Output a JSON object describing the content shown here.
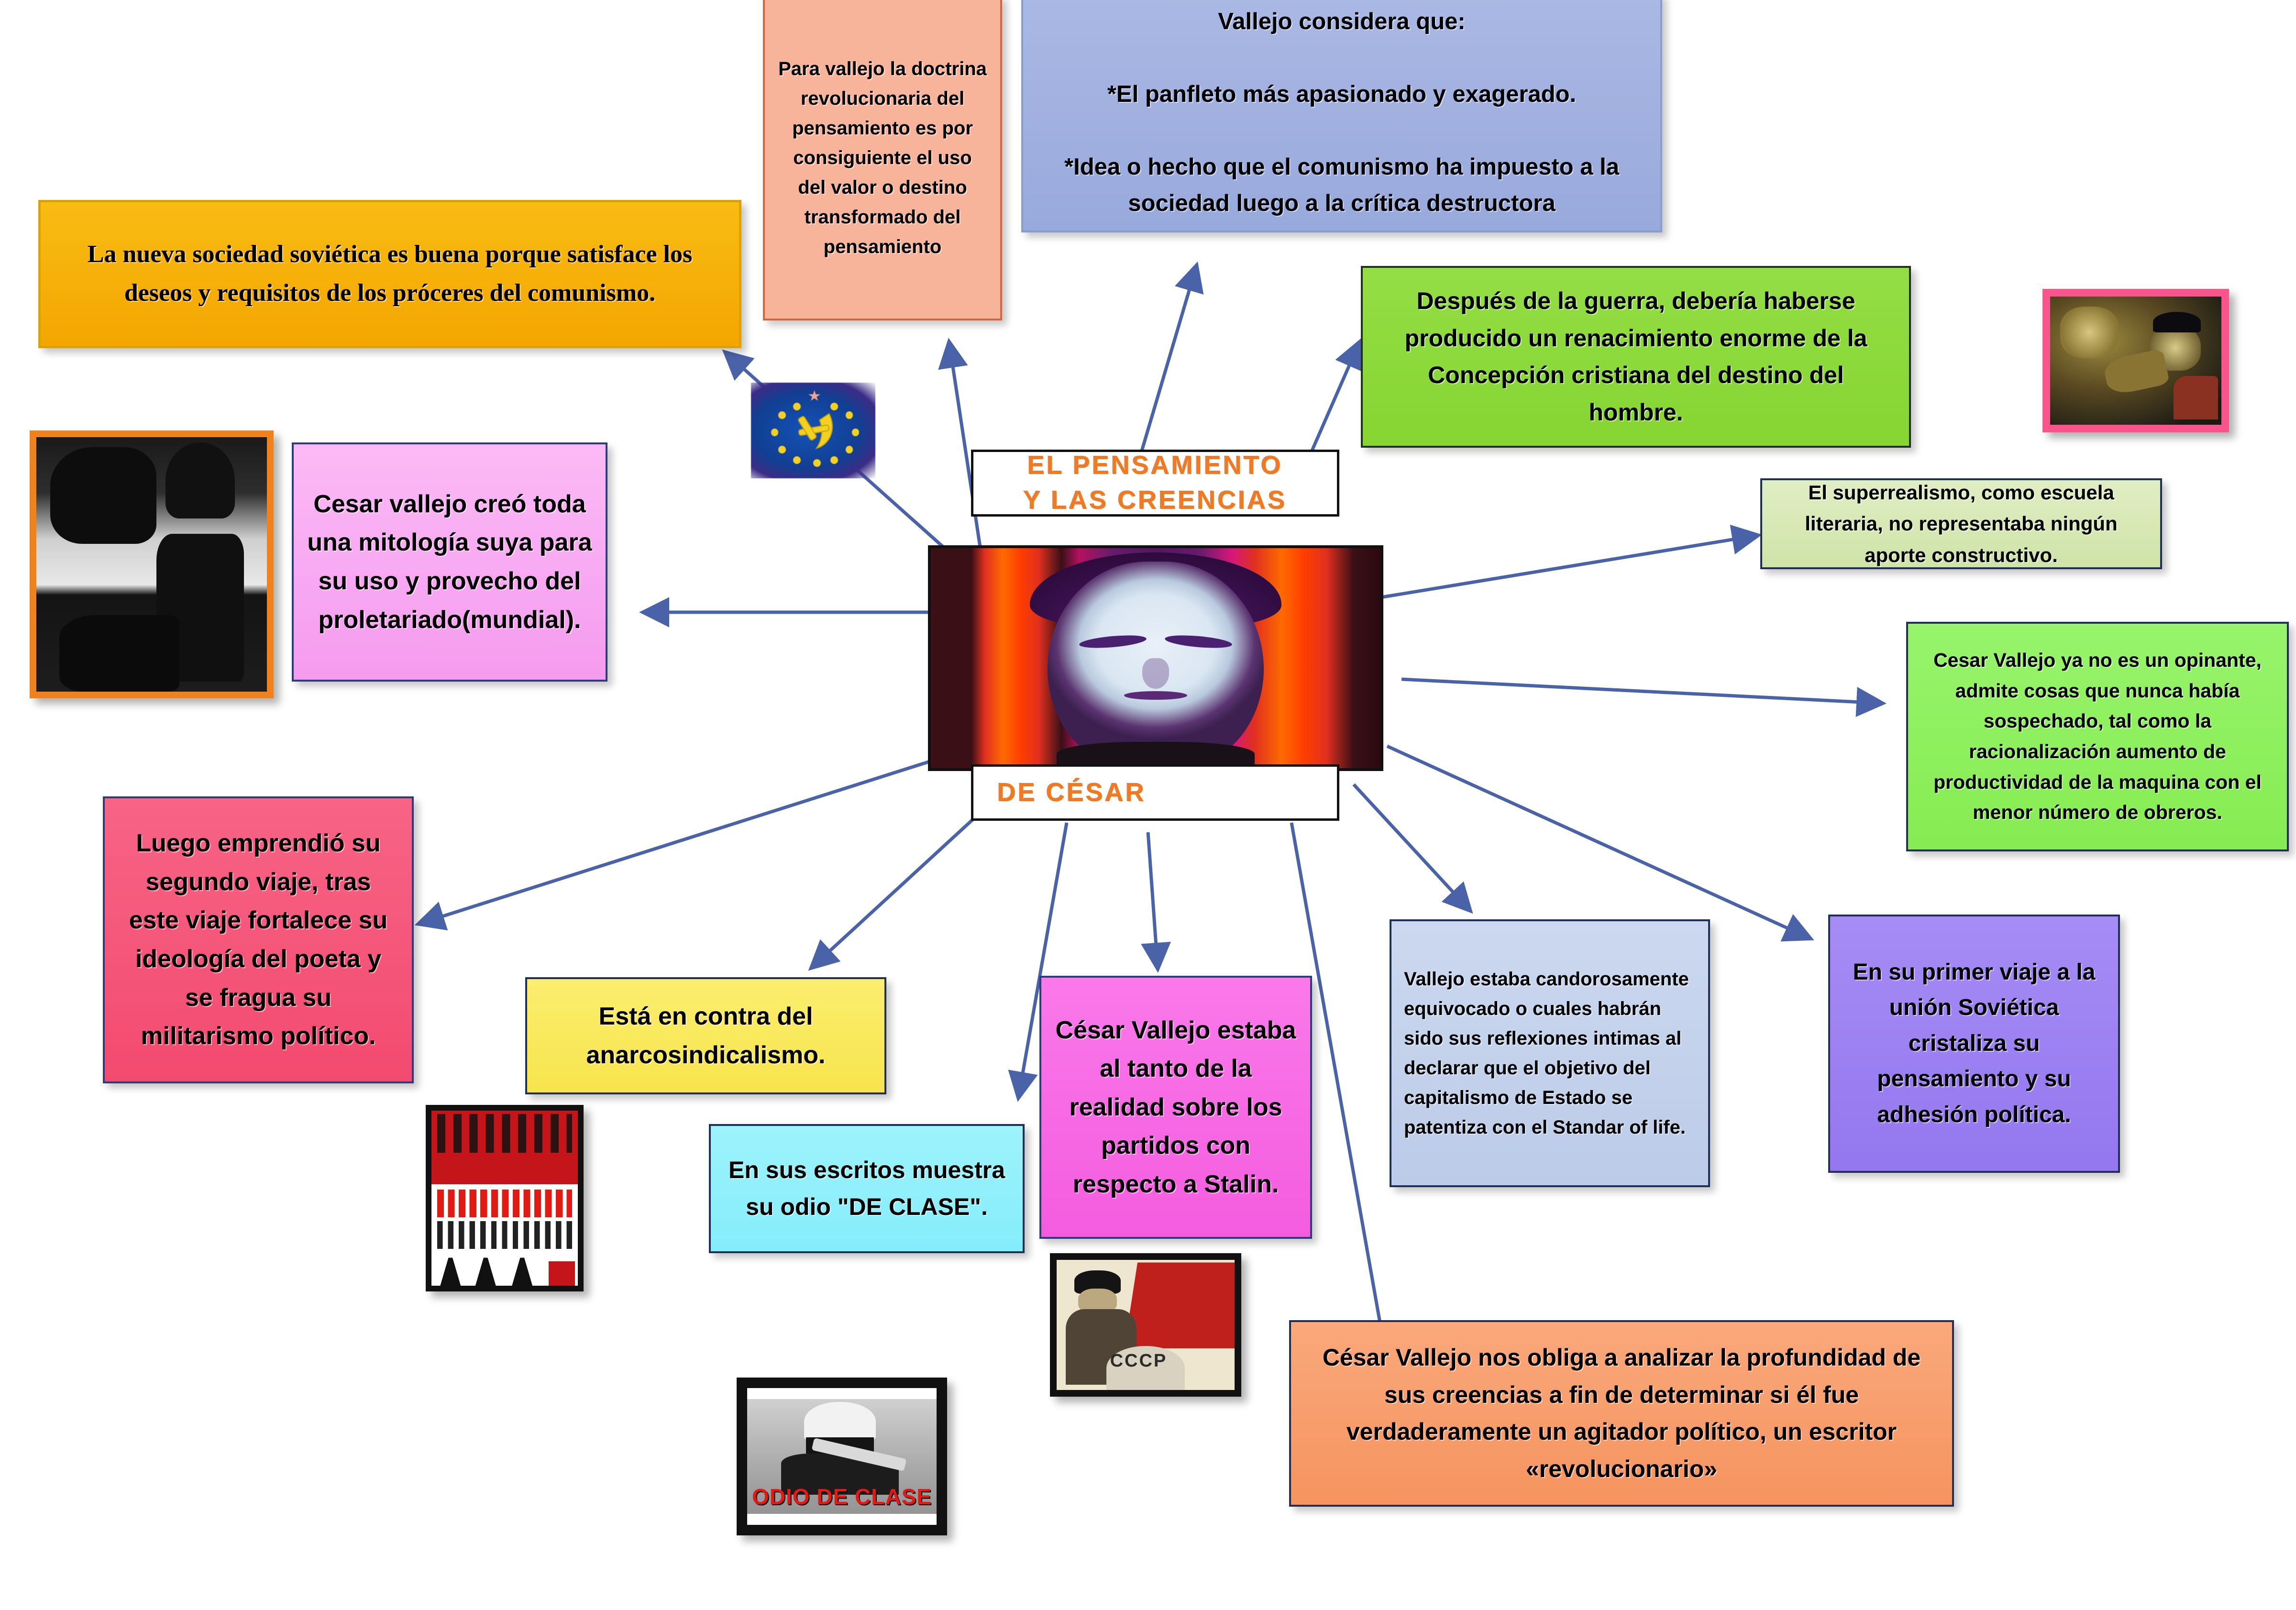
{
  "center": {
    "title_top": "EL PENSAMIENTO\nY LAS CREENCIAS",
    "title_bottom": "DE CÉSAR",
    "portrait_alt": "cesar-vallejo-pop-art-portrait"
  },
  "nodes": [
    {
      "id": "doctrina-revolucionaria",
      "text": "Para vallejo la doctrina revolucionaria del pensamiento es por consiguiente el uso del valor o destino transformado del pensamiento",
      "bg": "#f7b49a",
      "border": "#d4663f"
    },
    {
      "id": "vallejo-considera",
      "text": "Vallejo considera que:\n\n*El panfleto más apasionado y exagerado.\n\n*Idea o hecho que el comunismo ha impuesto a la sociedad luego a la crítica destructora",
      "bg": "#9aabdc",
      "border": "#8a9bd0"
    },
    {
      "id": "nueva-sociedad-sovietica",
      "text": "La nueva sociedad soviética es buena porque satisface los deseos y requisitos de los próceres del comunismo.",
      "bg": "#f5b000",
      "border": "#d99b00"
    },
    {
      "id": "mitologia-proletariado",
      "text": "Cesar vallejo creó toda una mitología suya para su uso y provecho del proletariado(mundial).",
      "bg": "#f7a8f0",
      "border": "#2a3e7a"
    },
    {
      "id": "renacimiento-cristiano",
      "text": "Después de la guerra, debería haberse producido un renacimiento enorme de la Concepción cristiana del destino del hombre.",
      "bg": "#8cdb3c",
      "border": "#1f3a2a"
    },
    {
      "id": "superrealismo",
      "text": "El superrealismo, como escuela literaria, no representaba ningún aporte constructivo.",
      "bg": "#d5e8b0",
      "border": "#1f2f55"
    },
    {
      "id": "ya-no-opinante",
      "text": "Cesar Vallejo ya no es un opinante, admite cosas que nunca había sospechado, tal como la racionalización aumento de productividad de la maquina con el menor número de obreros.",
      "bg": "#8df05e",
      "border": "#1f2f55"
    },
    {
      "id": "primer-viaje-union-sovietica",
      "text": "En su primer viaje a la unión Soviética cristaliza su pensamiento y su adhesión política.",
      "bg": "#9b7bf0",
      "border": "#1f2f55"
    },
    {
      "id": "candorosamente-equivocado",
      "text": "Vallejo estaba candorosamente equivocado o cuales habrán sido sus reflexiones intimas al declarar que el objetivo del capitalismo de Estado se patentiza con el Standar of life.",
      "bg": "#c2cfeb",
      "border": "#1f2f55"
    },
    {
      "id": "segundo-viaje",
      "text": "Luego emprendió su segundo viaje, tras este viaje fortalece su ideología del poeta y se fragua su militarismo político.",
      "bg": "#f5587c",
      "border": "#2a3e7a"
    },
    {
      "id": "anarcosindicalismo",
      "text": "Está en contra del anarcosindicalismo.",
      "bg": "#f7e martínez",
      "border": "#1f2f55"
    },
    {
      "id": "odio-de-clase",
      "text": "En sus escritos muestra su odio \"DE CLASE\".",
      "bg": "#8ef0fb",
      "border": "#1f2f55"
    },
    {
      "id": "partidos-stalin",
      "text": "César Vallejo estaba al tanto de la realidad sobre los partidos con respecto a Stalin.",
      "bg": "#f764e0",
      "border": "#2a3e7a"
    },
    {
      "id": "analizar-profundidad",
      "text": "César Vallejo nos obliga a analizar la profundidad de sus creencias a fin de determinar si él fue verdaderamente un agitador político, un escritor «revolucionario»",
      "bg": "#f79b6b",
      "border": "#1f2f55"
    }
  ],
  "photos": [
    {
      "id": "photo-vallejo-bench",
      "caption": "",
      "frame": "#f0821e"
    },
    {
      "id": "photo-boxer-painting",
      "caption": "",
      "frame": "#f7558c"
    },
    {
      "id": "photo-red-poster",
      "caption": "",
      "frame": "#111111"
    },
    {
      "id": "photo-odio-de-clase",
      "caption": "ODIO DE CLASE",
      "frame": "#111111"
    },
    {
      "id": "photo-cccp-stalin",
      "caption": "CCCP",
      "frame": "#111111"
    }
  ],
  "icons": {
    "flag": "hammer-and-sickle-flag-icon"
  },
  "colors": {
    "edge": "#4a63a8",
    "page_bg": "#ffffff"
  }
}
